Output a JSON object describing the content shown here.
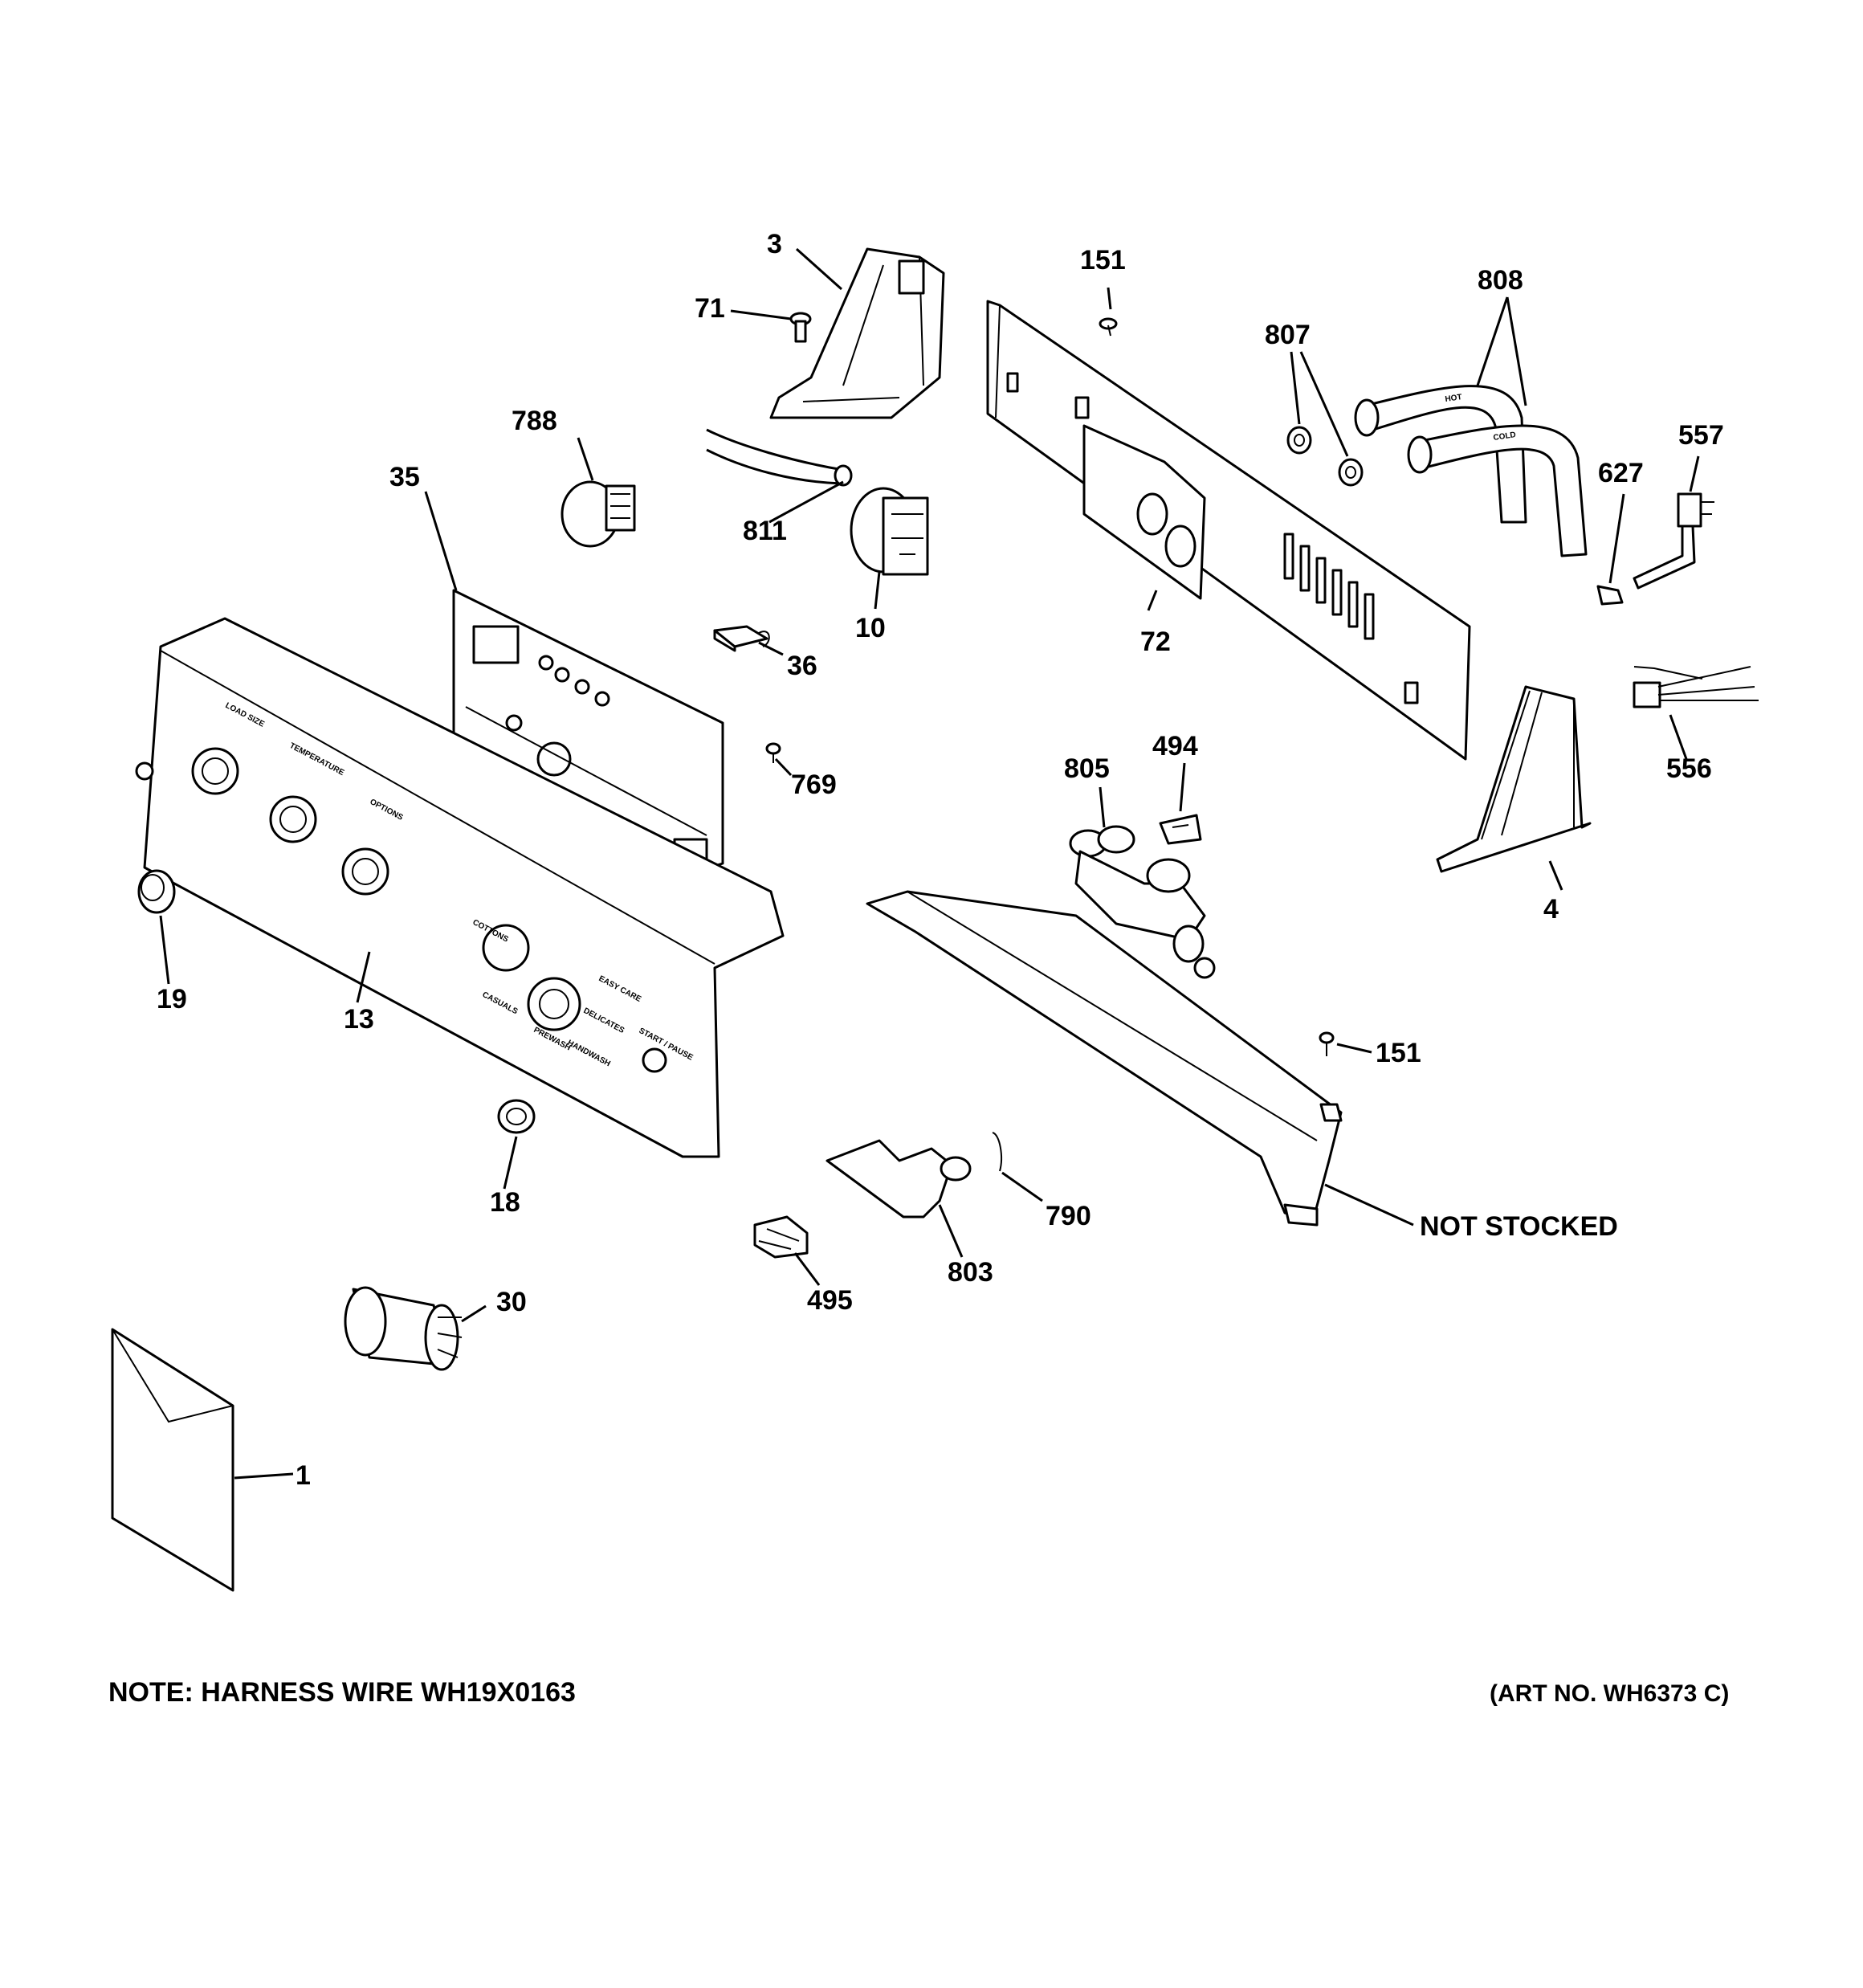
{
  "callouts": {
    "c1": "1",
    "c3": "3",
    "c4": "4",
    "c10": "10",
    "c13": "13",
    "c18": "18",
    "c19": "19",
    "c30": "30",
    "c35": "35",
    "c36": "36",
    "c71": "71",
    "c72": "72",
    "c151a": "151",
    "c151b": "151",
    "c494": "494",
    "c495": "495",
    "c556": "556",
    "c557": "557",
    "c627": "627",
    "c769": "769",
    "c788": "788",
    "c790": "790",
    "c803": "803",
    "c805": "805",
    "c807": "807",
    "c808": "808",
    "c811": "811"
  },
  "not_stocked": "NOT STOCKED",
  "panel_text": {
    "load_size": "LOAD SIZE",
    "temperature": "TEMPERATURE",
    "options": "OPTIONS",
    "cottons": "COTTONS",
    "easy_care": "EASY CARE",
    "delicates": "DELICATES",
    "casuals": "CASUALS",
    "prewash": "PREWASH",
    "handwash": "HANDWASH",
    "start_pause": "START / PAUSE",
    "hose_hot": "HOT",
    "hose_cold": "COLD"
  },
  "note": "NOTE: HARNESS WIRE WH19X0163",
  "art_no": "(ART NO. WH6373 C)"
}
